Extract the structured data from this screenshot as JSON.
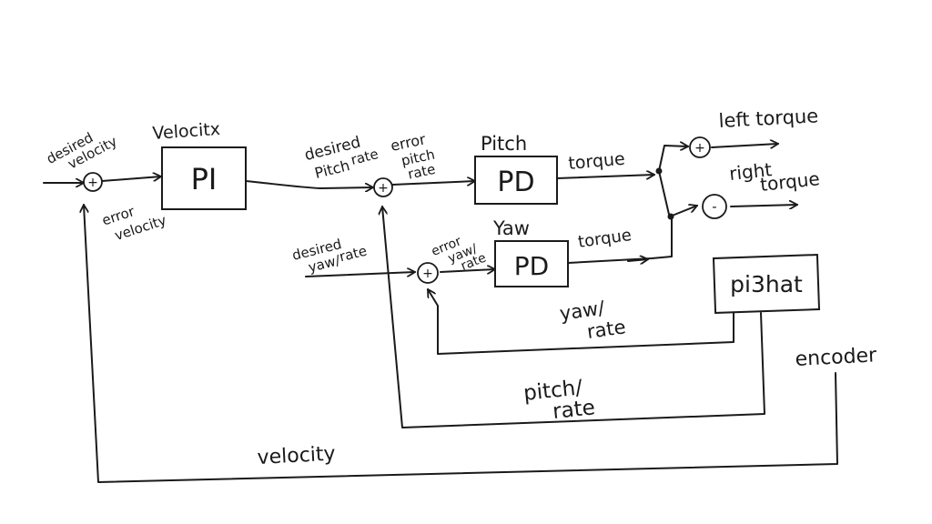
{
  "blocks": {
    "velocity_pi": {
      "title": "Velocitx",
      "label": "PI"
    },
    "pitch_pd": {
      "title": "Pitch",
      "label": "PD"
    },
    "yaw_pd": {
      "title": "Yaw",
      "label": "PD"
    },
    "pi3hat": {
      "label": "pi3hat"
    }
  },
  "summing_junctions": {
    "velocity": "+",
    "pitch": "+",
    "yaw": "+",
    "left": "+",
    "right": "-"
  },
  "labels": {
    "desired_velocity": [
      "desired",
      "velocity"
    ],
    "error_velocity": [
      "error",
      "velocity"
    ],
    "desired_pitch_rate": [
      "desired",
      "Pitch",
      "rate"
    ],
    "error_pitch_rate": [
      "error",
      "pitch",
      "rate"
    ],
    "desired_yaw_rate": [
      "desired",
      "yaw/",
      "rate"
    ],
    "error_yaw_rate": [
      "error",
      "yaw/",
      "rate"
    ],
    "pitch_torque": "torque",
    "yaw_torque": "torque",
    "left_torque": "left torque",
    "right_torque": [
      "right",
      "torque"
    ],
    "yaw_rate_feedback": [
      "yaw/",
      "rate"
    ],
    "pitch_rate_feedback": [
      "pitch/",
      "rate"
    ],
    "encoder": "encoder",
    "velocity_feedback": "velocity"
  }
}
